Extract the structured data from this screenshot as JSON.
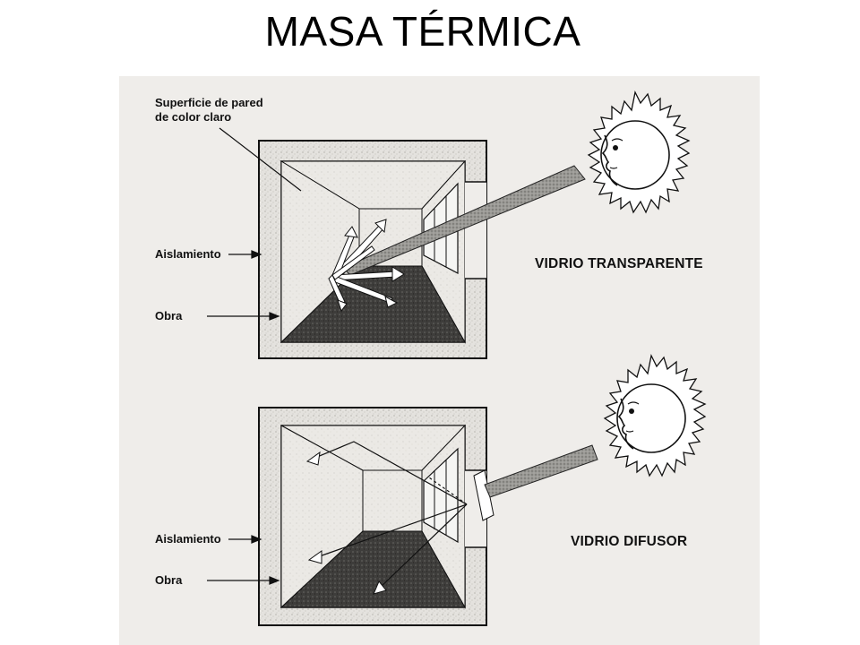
{
  "slide": {
    "title": "MASA TÉRMICA"
  },
  "figure": {
    "top_panel": {
      "wall_label_line1": "Superficie de pared",
      "wall_label_line2": "de color claro",
      "insulation_label": "Aislamiento",
      "masonry_label": "Obra",
      "glass_label": "VIDRIO TRANSPARENTE"
    },
    "bottom_panel": {
      "insulation_label": "Aislamiento",
      "masonry_label": "Obra",
      "glass_label": "VIDRIO DIFUSOR"
    },
    "icons": [
      "sun-face-icon",
      "sun-face-icon"
    ]
  }
}
